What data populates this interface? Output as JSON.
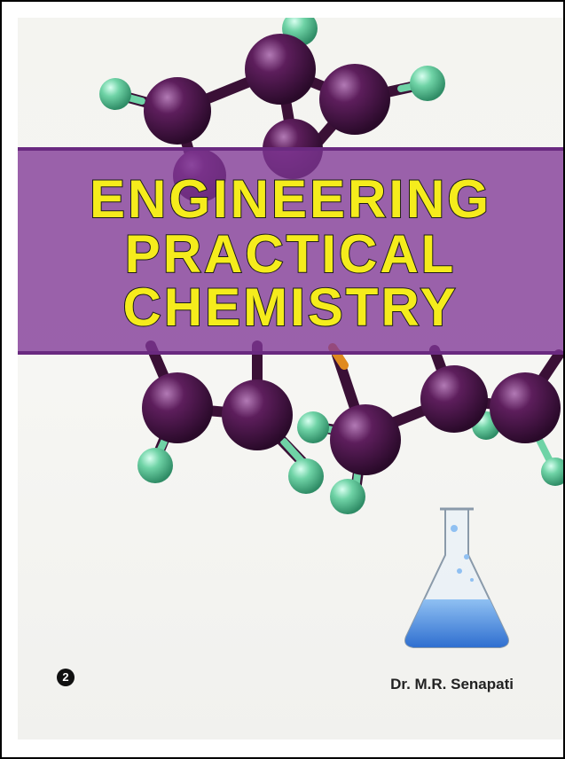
{
  "cover": {
    "title_line_1": "ENGINEERING",
    "title_line_2": "PRACTICAL",
    "title_line_3": "CHEMISTRY",
    "author": "Dr. M.R. Senapati",
    "publisher_mark": "2"
  },
  "colors": {
    "title_text": "#f5ec1c",
    "title_band": "#8a3ea0",
    "atom_carbon": "#4a1748",
    "atom_hydrogen": "#6fd3a6",
    "bond": "#3a1036",
    "flask_liquid": "#4f8de0"
  }
}
